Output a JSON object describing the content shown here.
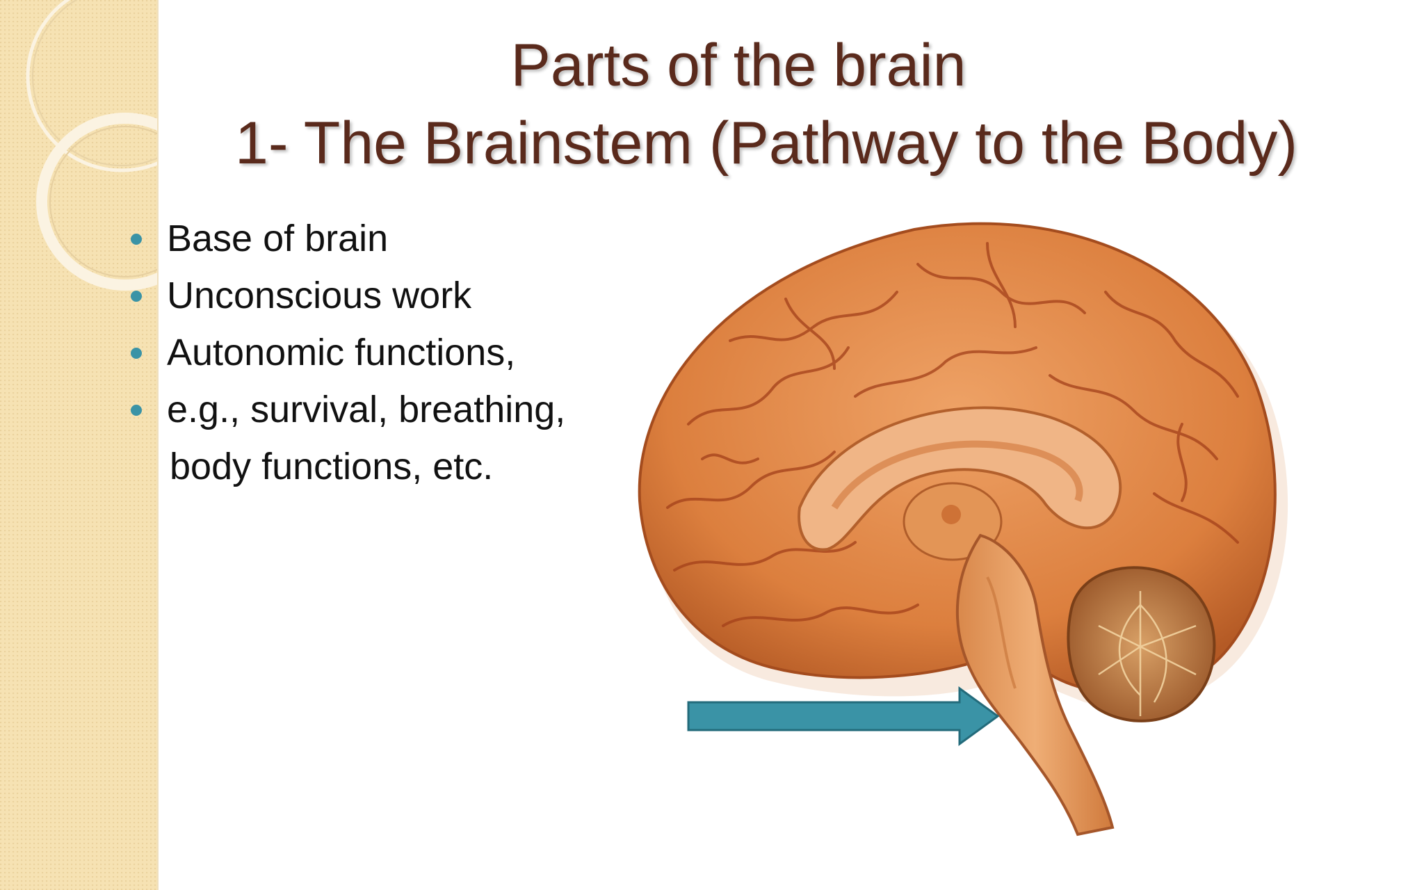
{
  "slide": {
    "title_line1": "Parts of the brain",
    "title_line2": "1- The Brainstem (Pathway to the Body)",
    "bullets": [
      {
        "text": "Base of brain",
        "bullet": true
      },
      {
        "text": "Unconscious work",
        "bullet": true
      },
      {
        "text": "Autonomic functions,",
        "bullet": true
      },
      {
        "text": "e.g., survival, breathing,",
        "bullet": true
      },
      {
        "text": "body functions, etc.",
        "bullet": false
      }
    ]
  },
  "colors": {
    "title": "#5a2a1c",
    "bullet_dot": "#3a93a6",
    "arrow": "#3a93a6",
    "side_band": "#f6e2b3",
    "brain_cortex": "#e0894a",
    "brainstem": "#e8a066"
  },
  "icons": {
    "arrow": "right-arrow-icon",
    "brain": "brain-illustration"
  }
}
